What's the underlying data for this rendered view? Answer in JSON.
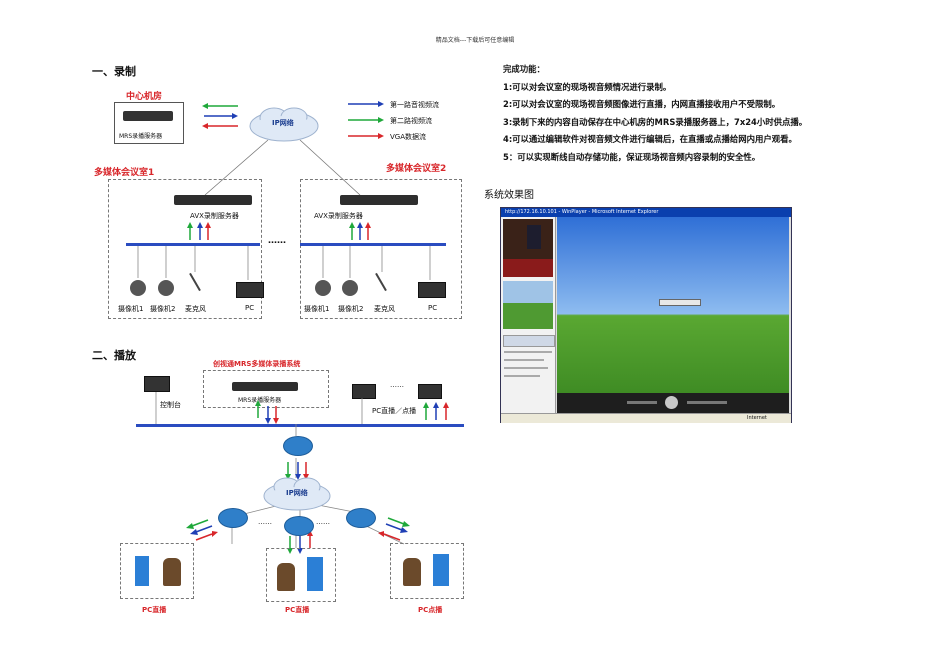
{
  "header": "精品文档---下载后可任意编辑",
  "section1": {
    "title": "一、录制",
    "center_room": "中心机房",
    "mrs_server": "MRS录播服务器",
    "cloud": "IP网络",
    "legend": [
      "第一路音视频流",
      "第二路视频流",
      "VGA数据流"
    ],
    "room1": "多媒体会议室1",
    "room2": "多媒体会议室2",
    "avx_server": "AVX录制服务器",
    "devices1": [
      "摄像机1",
      "摄像机2",
      "麦克风",
      "PC"
    ],
    "devices2": [
      "摄像机1",
      "摄像机2",
      "麦克风",
      "PC"
    ],
    "ellipsis": "……"
  },
  "section2": {
    "title": "二、播放",
    "system": "创视通MRS多媒体录播系统",
    "mrs_server": "MRS录播服务器",
    "console": "控制台",
    "pc_live_vod": "PC直播／点播",
    "cloud": "IP网络",
    "ellipsis": "……",
    "endpoints": [
      "PC直播",
      "PC直播",
      "PC点播"
    ]
  },
  "features": {
    "title": "完成功能：",
    "items": [
      "1:可以对会议室的现场视音频情况进行录制。",
      "2:可以对会议室的现场视音频图像进行直播，内网直播接收用户不受限制。",
      "3:录制下来的内容自动保存在中心机房的MRS录播服务器上，7x24小时供点播。",
      "4:可以通过编辑软件对视音频文件进行编辑后，在直播或点播给网内用户观看。",
      "5：可以实现断线自动存储功能，保证现场视音频内容录制的安全性。"
    ]
  },
  "result": {
    "title": "系统效果图",
    "browser_title": "http://172.16.10.101 - WinPlayer - Microsoft Internet Explorer",
    "status": "Internet"
  },
  "colors": {
    "stream1": "#1f3fb5",
    "stream2": "#1fa83a",
    "vga": "#d8262a",
    "bus": "#2a4cc0"
  }
}
